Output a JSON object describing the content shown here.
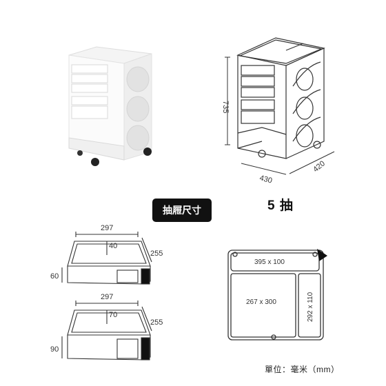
{
  "cabinet": {
    "dimensions": {
      "height": "735",
      "width": "430",
      "depth": "420"
    },
    "drawer_count_label": "5 抽"
  },
  "drawer_section": {
    "title": "抽屜尺寸",
    "shallow_drawer": {
      "width": "297",
      "depth": "255",
      "height": "60",
      "inner": "40"
    },
    "deep_drawer": {
      "width": "297",
      "depth": "255",
      "height": "90",
      "inner": "70"
    }
  },
  "top_view": {
    "top_compartment": "395 x 100",
    "main_compartment": "267 x 300",
    "side_compartment": "292 x 110"
  },
  "footer": {
    "unit_label": "單位：毫米（mm）"
  },
  "colors": {
    "badge": "#111111",
    "line": "#333333",
    "accent": "#111111"
  }
}
